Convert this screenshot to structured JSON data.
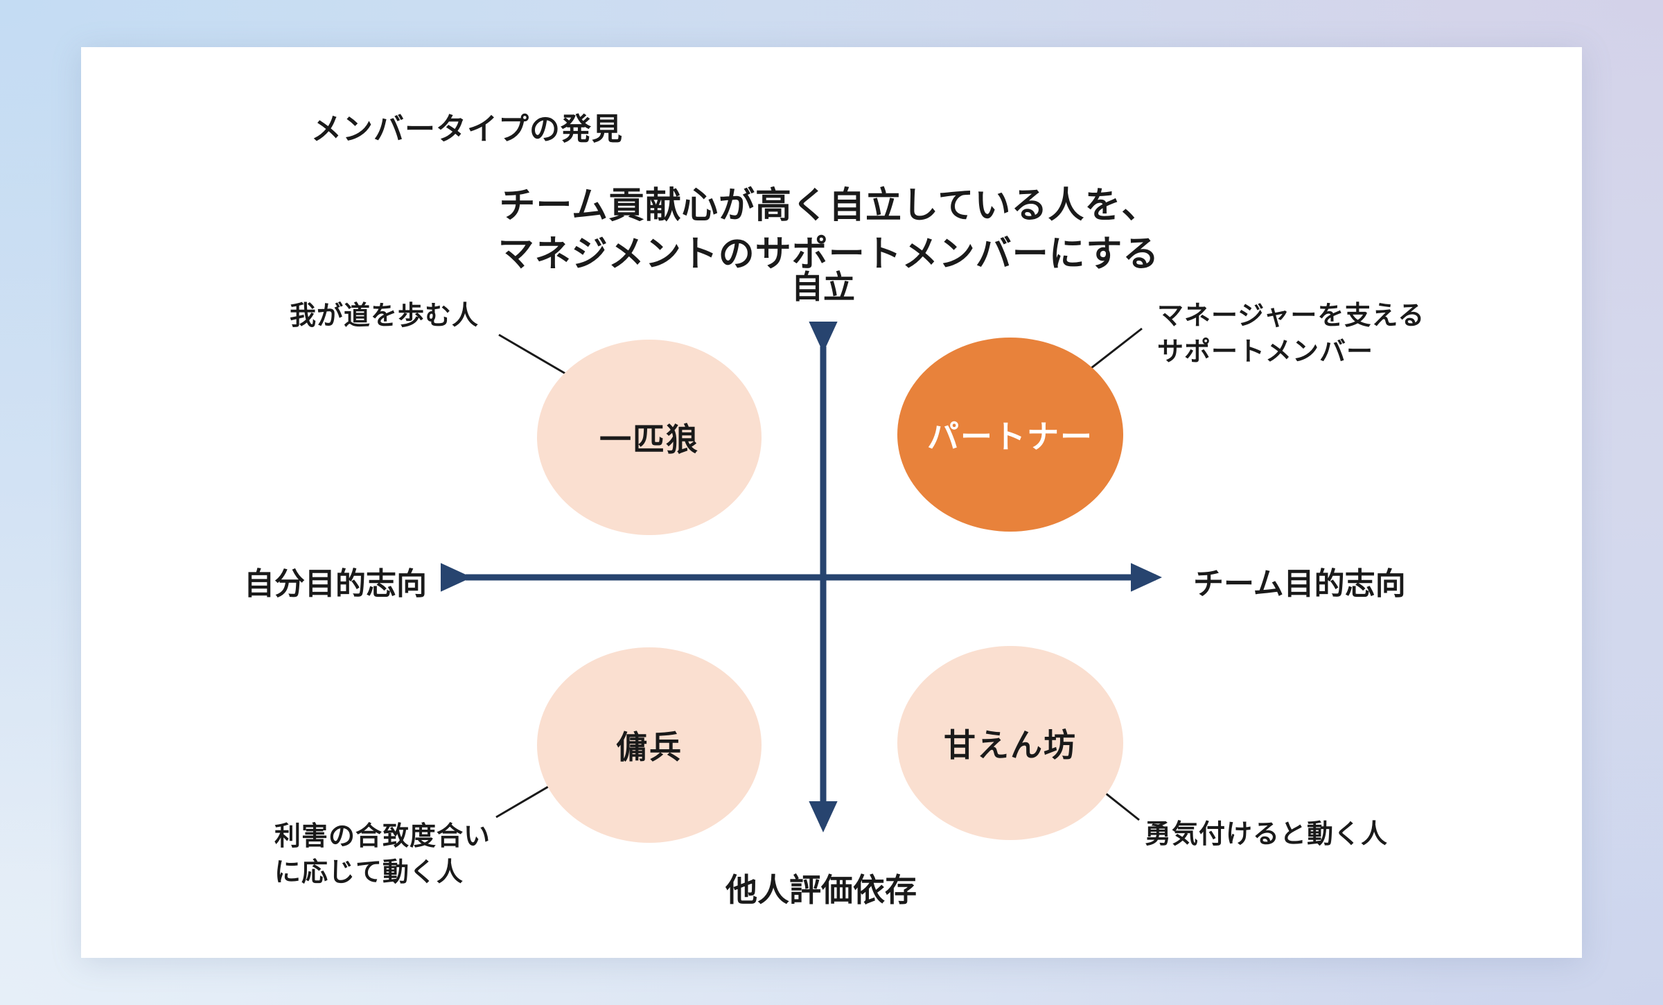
{
  "slide": {
    "title": "メンバータイプの発見"
  },
  "heading": {
    "line1": "チーム貢献心が高く自立している人を、",
    "line2": "マネジメントのサポートメンバーにする"
  },
  "axes": {
    "top": "自立",
    "bottom": "他人評価依存",
    "left": "自分目的志向",
    "right": "チーム目的志向"
  },
  "quadrants": {
    "top_left": {
      "label": "一匹狼",
      "annotation": "我が道を歩む人"
    },
    "top_right": {
      "label": "パートナー",
      "annotation_line1": "マネージャーを支える",
      "annotation_line2": "サポートメンバー"
    },
    "bottom_left": {
      "label": "傭兵",
      "annotation_line1": "利害の合致度合い",
      "annotation_line2": "に応じて動く人"
    },
    "bottom_right": {
      "label": "甘えん坊",
      "annotation": "勇気付けると動く人"
    }
  },
  "colors": {
    "axis_navy": "#27446F",
    "accent_orange": "#E8823B",
    "accent_peach": "#FADFD0",
    "text": "#1A1A1A",
    "card": "#FFFFFF",
    "bg_top_left": "#C4DCF3",
    "bg_top_right": "#D3D2E9",
    "bg_bottom_left": "#E6EFF8",
    "bg_bottom_right": "#CDD5ED"
  }
}
